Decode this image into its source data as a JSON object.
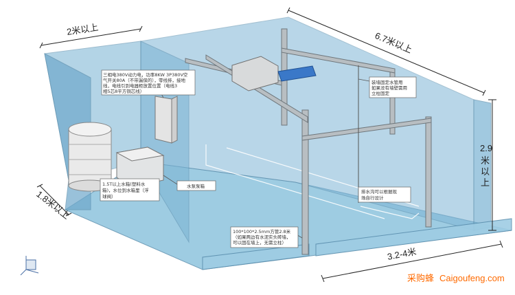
{
  "dimensions": {
    "left_width": "2米以上",
    "total_length": "6.7米以上",
    "height_value": "2.9",
    "height_unit_1": "米",
    "height_unit_2": "以",
    "height_unit_3": "上",
    "depth": "1.8米以上",
    "bay_width": "3.2-4米"
  },
  "callouts": {
    "power": [
      "三相电380V动力电，功率8KW 3P380V空",
      "气开关80A（不带漏保的），零线排，接地",
      "线，电线引到电器柜放置位置（电线3",
      "相5芯8平方铜芯线）"
    ],
    "tank": [
      "1.5T以上水箱(塑料水",
      "箱)，水位到水箱里（浮",
      "球阀）"
    ],
    "pump_box": "水泵泵箱",
    "water_pipe": [
      "装墙固定水管用",
      "如果没有墙壁需用",
      "立柱固定"
    ],
    "drain": [
      "排水沟可以根据现",
      "场自行设计"
    ],
    "post": [
      "100*100*2.5mm方管2.8米",
      "（如果两边有水泥实头砖墙，",
      "可以固在墙上，无需立柱）"
    ]
  },
  "watermark": {
    "cn": "采购蜂",
    "en": "Caigoufeng.com"
  },
  "colors": {
    "wall": "#7fb6d6",
    "floor": "#8ec4de",
    "frame": "#9aa3a8",
    "dim_line": "#222222",
    "watermark": "#ff6a00"
  }
}
